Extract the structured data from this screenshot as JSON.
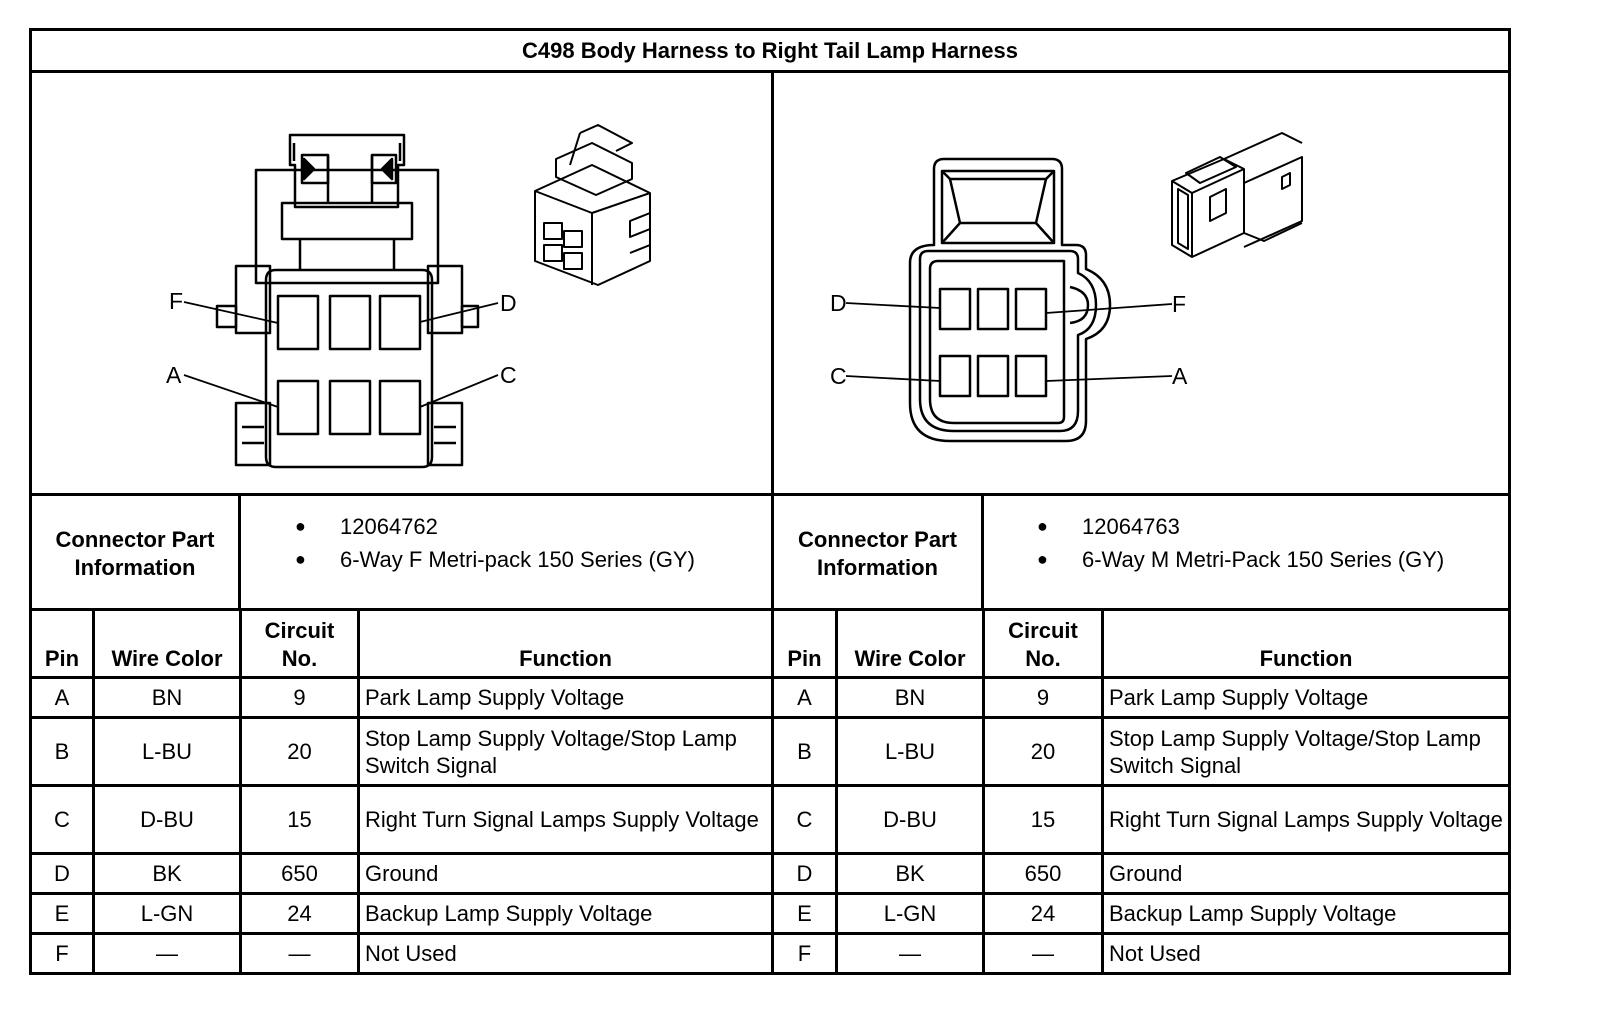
{
  "title": "C498 Body Harness to Right Tail Lamp Harness",
  "connectors": [
    {
      "side": "left",
      "callouts": [
        "F",
        "D",
        "A",
        "C"
      ],
      "part_label": "Connector Part Information",
      "part_info": [
        "12064762",
        "6-Way F Metri-pack 150 Series (GY)"
      ],
      "headers": {
        "pin": "Pin",
        "wire_color": "Wire Color",
        "circuit": "Circuit No.",
        "function": "Function"
      },
      "rows": [
        {
          "pin": "A",
          "wire": "BN",
          "circuit": "9",
          "function": "Park Lamp Supply Voltage"
        },
        {
          "pin": "B",
          "wire": "L-BU",
          "circuit": "20",
          "function": "Stop Lamp Supply Voltage/Stop Lamp Switch Signal"
        },
        {
          "pin": "C",
          "wire": "D-BU",
          "circuit": "15",
          "function": "Right Turn Signal Lamps Supply Voltage"
        },
        {
          "pin": "D",
          "wire": "BK",
          "circuit": "650",
          "function": "Ground"
        },
        {
          "pin": "E",
          "wire": "L-GN",
          "circuit": "24",
          "function": "Backup Lamp Supply Voltage"
        },
        {
          "pin": "F",
          "wire": "—",
          "circuit": "—",
          "function": "Not Used"
        }
      ]
    },
    {
      "side": "right",
      "callouts": [
        "D",
        "F",
        "C",
        "A"
      ],
      "part_label": "Connector Part Information",
      "part_info": [
        "12064763",
        "6-Way M Metri-Pack 150 Series (GY)"
      ],
      "headers": {
        "pin": "Pin",
        "wire_color": "Wire Color",
        "circuit": "Circuit No.",
        "function": "Function"
      },
      "rows": [
        {
          "pin": "A",
          "wire": "BN",
          "circuit": "9",
          "function": "Park Lamp Supply Voltage"
        },
        {
          "pin": "B",
          "wire": "L-BU",
          "circuit": "20",
          "function": "Stop Lamp Supply Voltage/Stop Lamp Switch Signal"
        },
        {
          "pin": "C",
          "wire": "D-BU",
          "circuit": "15",
          "function": "Right Turn Signal Lamps Supply Voltage"
        },
        {
          "pin": "D",
          "wire": "BK",
          "circuit": "650",
          "function": "Ground"
        },
        {
          "pin": "E",
          "wire": "L-GN",
          "circuit": "24",
          "function": "Backup Lamp Supply Voltage"
        },
        {
          "pin": "F",
          "wire": "—",
          "circuit": "—",
          "function": "Not Used"
        }
      ]
    }
  ]
}
